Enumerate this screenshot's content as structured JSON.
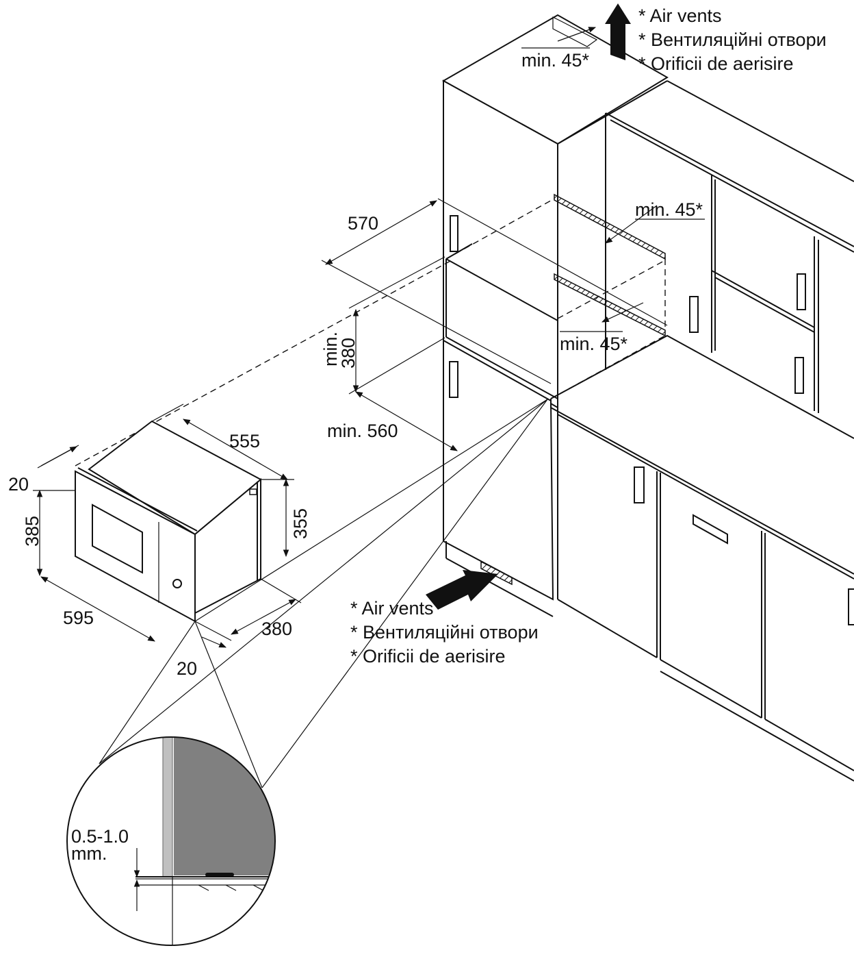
{
  "labels": {
    "top_vent_gap": "min. 45*",
    "mid_gap_upper": "min. 45*",
    "mid_gap_lower": "min. 45*",
    "depth_570": "570",
    "height_min_380_a": "min.",
    "height_min_380_b": "380",
    "width_min_560": "min. 560",
    "depth_555": "555",
    "frame_20_top": "20",
    "height_385": "385",
    "height_355": "355",
    "width_595": "595",
    "depth_380": "380",
    "frame_20_bottom": "20",
    "gap_value": "0.5-1.0",
    "gap_unit": "mm."
  },
  "top_vent_note": [
    "* Air vents",
    "* Вентиляційні отвори",
    "* Orificii de aerisire"
  ],
  "bottom_vent_note": [
    "* Air vents",
    "* Вентиляційні отвори",
    "* Orificii de aerisire"
  ],
  "icons": {
    "top_arrow": "arrow-up-icon",
    "bottom_arrow": "arrow-diagonal-icon"
  },
  "colors": {
    "line": "#111111",
    "panel_gray": "#808080",
    "background": "#ffffff"
  }
}
